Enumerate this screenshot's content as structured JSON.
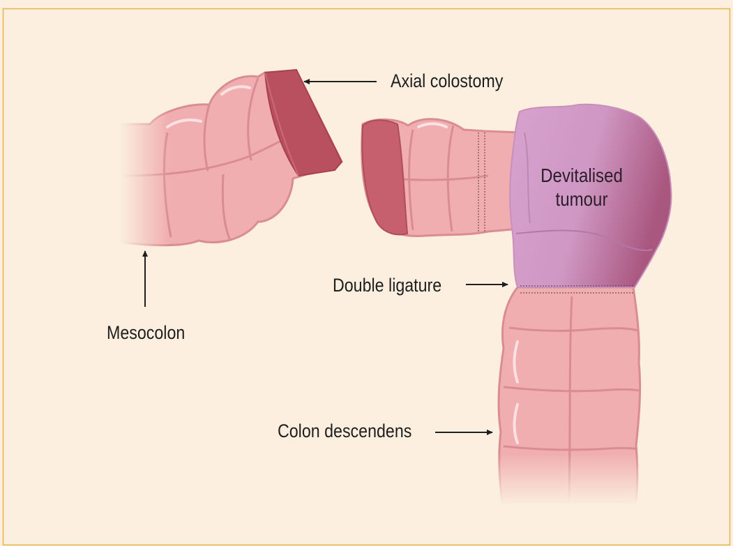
{
  "labels": {
    "axial_colostomy": "Axial colostomy",
    "devitalised_tumour_line1": "Devitalised",
    "devitalised_tumour_line2": "tumour",
    "double_ligature": "Double ligature",
    "mesocolon": "Mesocolon",
    "colon_descendens": "Colon descendens"
  },
  "colors": {
    "background": "#fcefdf",
    "frame": "#e6b54a",
    "bowel": "#f0aeb1",
    "bowel_outline": "#d98d93",
    "stoma": "#b8505f",
    "tumour": "#d9a6cf",
    "tumour_dark": "#b0658f",
    "text": "#1e1e1e"
  }
}
